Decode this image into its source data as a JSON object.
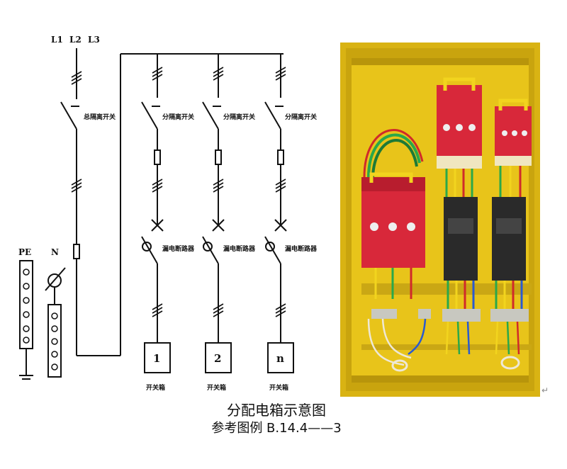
{
  "phases": [
    "L1",
    "L2",
    "L3"
  ],
  "main_switch_label": "总隔离开关",
  "branch_switch_label": "分隔离开关",
  "rcd_label": "漏电断路器",
  "pe_label": "PE",
  "n_label": "N",
  "branches": [
    {
      "box": "1",
      "name": "开关箱"
    },
    {
      "box": "2",
      "name": "开关箱"
    },
    {
      "box": "n",
      "name": "开关箱"
    }
  ],
  "caption": {
    "title": "分配电箱示意图",
    "ref": "参考图例 B.14.4——3"
  },
  "return_mark": "↵",
  "colors": {
    "line": "#111111",
    "cabinet": "#e8c41a",
    "breaker_red": "#d8283a",
    "rcd_black": "#2a2a2a"
  }
}
